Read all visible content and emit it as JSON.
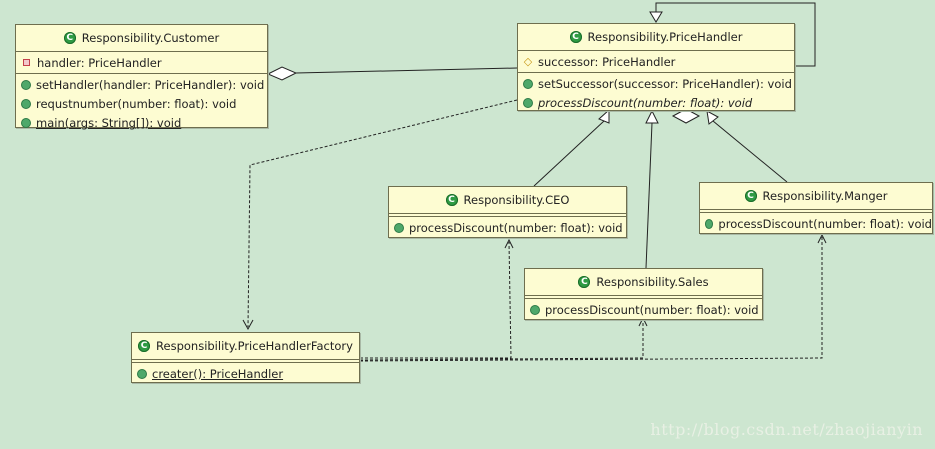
{
  "classes": {
    "customer": {
      "name": "Responsibility.Customer",
      "fields": [
        {
          "vis": "private",
          "text": "handler: PriceHandler"
        }
      ],
      "methods": [
        {
          "vis": "public",
          "text": "setHandler(handler: PriceHandler): void"
        },
        {
          "vis": "public",
          "text": "requstnumber(number: float): void"
        },
        {
          "vis": "public",
          "text": "main(args: String[]): void",
          "static": true
        }
      ]
    },
    "price_handler": {
      "name": "Responsibility.PriceHandler",
      "fields": [
        {
          "vis": "protected",
          "text": "successor: PriceHandler"
        }
      ],
      "methods": [
        {
          "vis": "public",
          "text": "setSuccessor(successor: PriceHandler): void"
        },
        {
          "vis": "public",
          "text": "processDiscount(number: float): void",
          "abstract": true
        }
      ]
    },
    "ceo": {
      "name": "Responsibility.CEO",
      "fields": [],
      "methods": [
        {
          "vis": "public",
          "text": "processDiscount(number: float): void"
        }
      ]
    },
    "manger": {
      "name": "Responsibility.Manger",
      "fields": [],
      "methods": [
        {
          "vis": "public",
          "text": "processDiscount(number: float): void"
        }
      ]
    },
    "sales": {
      "name": "Responsibility.Sales",
      "fields": [],
      "methods": [
        {
          "vis": "public",
          "text": "processDiscount(number: float): void"
        }
      ]
    },
    "factory": {
      "name": "Responsibility.PriceHandlerFactory",
      "fields": [],
      "methods": [
        {
          "vis": "public",
          "text": "creater(): PriceHandler",
          "static": true
        }
      ]
    }
  },
  "icons": {
    "class": "class-c-icon",
    "public": "public-member-icon",
    "private": "private-member-icon",
    "protected": "protected-member-icon"
  },
  "colors": {
    "background": "#cde6d0",
    "class_fill": "#fdfcd2",
    "class_border": "#6e6e4e",
    "icon_green": "#2f9b43"
  },
  "watermark": "http://blog.csdn.net/zhaojianyin"
}
